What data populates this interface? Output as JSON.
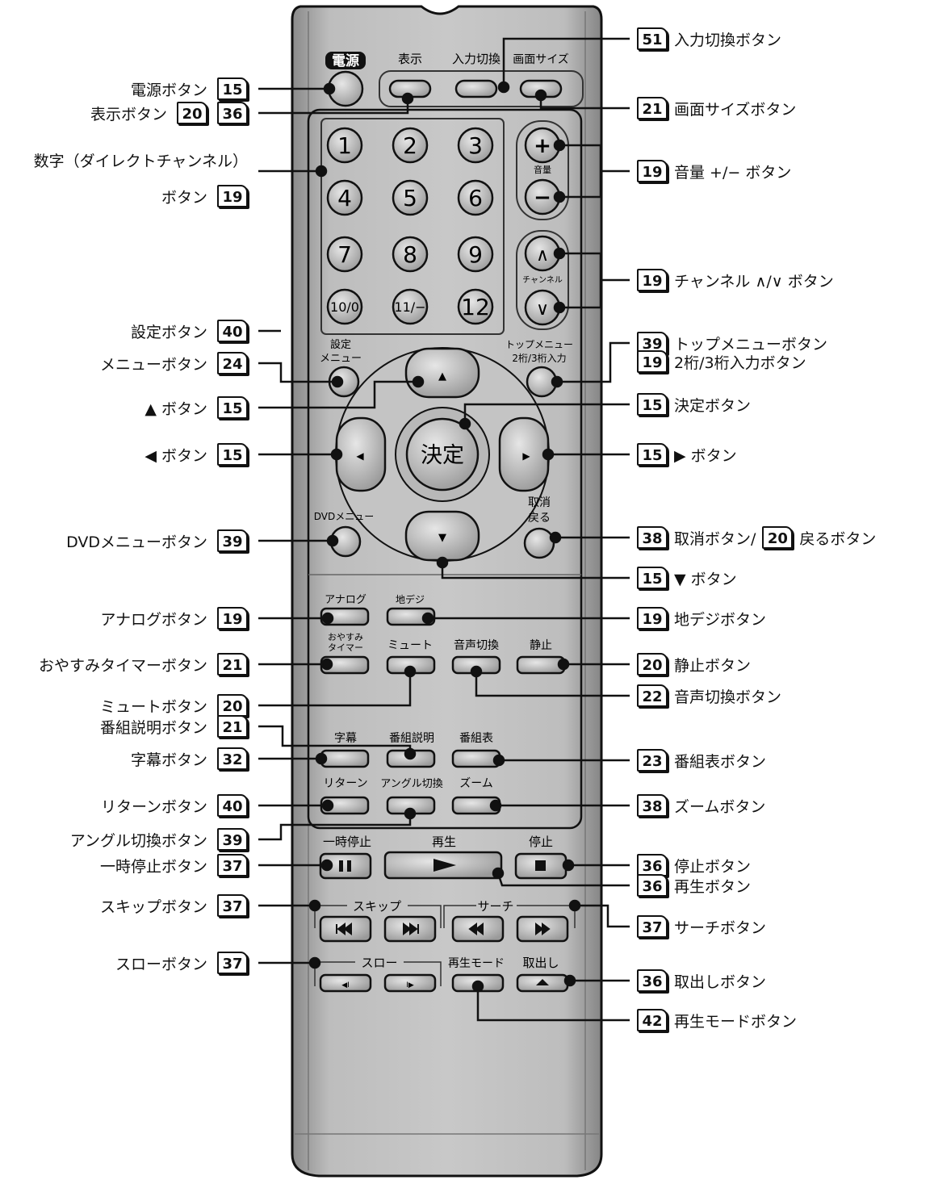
{
  "remote": {
    "labels": {
      "power": "電源",
      "display": "表示",
      "input": "入力切換",
      "screen_size": "画面サイズ",
      "volume": "音量",
      "channel": "チャンネル",
      "setup_menu_1": "設定",
      "setup_menu_2": "メニュー",
      "top_menu_1": "トップメニュー",
      "top_menu_2": "2桁/3桁入力",
      "enter": "決定",
      "dvd_menu": "DVDメニュー",
      "cancel_back_1": "取消",
      "cancel_back_2": "戻る",
      "analog": "アナログ",
      "digital": "地デジ",
      "sleep_1": "おやすみ",
      "sleep_2": "タイマー",
      "mute": "ミュート",
      "audio_switch": "音声切換",
      "still": "静止",
      "subtitle": "字幕",
      "program_info": "番組説明",
      "epg": "番組表",
      "return": "リターン",
      "angle": "アングル切換",
      "zoom": "ズーム",
      "pause": "一時停止",
      "play": "再生",
      "stop": "停止",
      "skip": "スキップ",
      "search": "サーチ",
      "slow": "スロー",
      "play_mode": "再生モード",
      "eject": "取出し"
    },
    "numbers": [
      "1",
      "2",
      "3",
      "4",
      "5",
      "6",
      "7",
      "8",
      "9",
      "10/0",
      "11/−",
      "12"
    ],
    "symbols": {
      "plus": "+",
      "minus": "−",
      "up": "∧",
      "down": "∨",
      "arrow_up": "▲",
      "arrow_down": "▼",
      "arrow_left": "◀",
      "arrow_right": "▶"
    }
  },
  "callouts_left": [
    {
      "id": "power",
      "text": "電源ボタン",
      "refs": [
        "15"
      ]
    },
    {
      "id": "display",
      "text": "表示ボタン",
      "refs": [
        "20",
        "36"
      ]
    },
    {
      "id": "numeric",
      "text": "数字（ダイレクトチャンネル）",
      "refs": []
    },
    {
      "id": "numeric2",
      "text": "ボタン",
      "refs": [
        "19"
      ]
    },
    {
      "id": "setup",
      "text": "設定ボタン",
      "refs": [
        "40"
      ]
    },
    {
      "id": "menu",
      "text": "メニューボタン",
      "refs": [
        "24"
      ]
    },
    {
      "id": "up",
      "text": "▲ ボタン",
      "refs": [
        "15"
      ]
    },
    {
      "id": "left",
      "text": "◀ ボタン",
      "refs": [
        "15"
      ]
    },
    {
      "id": "dvd-menu",
      "text": "DVDメニューボタン",
      "refs": [
        "39"
      ]
    },
    {
      "id": "analog",
      "text": "アナログボタン",
      "refs": [
        "19"
      ]
    },
    {
      "id": "sleep",
      "text": "おやすみタイマーボタン",
      "refs": [
        "21"
      ]
    },
    {
      "id": "mute",
      "text": "ミュートボタン",
      "refs": [
        "20"
      ]
    },
    {
      "id": "program-info",
      "text": "番組説明ボタン",
      "refs": [
        "21"
      ]
    },
    {
      "id": "subtitle",
      "text": "字幕ボタン",
      "refs": [
        "32"
      ]
    },
    {
      "id": "return",
      "text": "リターンボタン",
      "refs": [
        "40"
      ]
    },
    {
      "id": "angle",
      "text": "アングル切換ボタン",
      "refs": [
        "39"
      ]
    },
    {
      "id": "pause",
      "text": "一時停止ボタン",
      "refs": [
        "37"
      ]
    },
    {
      "id": "skip",
      "text": "スキップボタン",
      "refs": [
        "37"
      ]
    },
    {
      "id": "slow",
      "text": "スローボタン",
      "refs": [
        "37"
      ]
    }
  ],
  "callouts_right": [
    {
      "id": "input",
      "refs": [
        "51"
      ],
      "text": "入力切換ボタン"
    },
    {
      "id": "screen-size",
      "refs": [
        "21"
      ],
      "text": "画面サイズボタン"
    },
    {
      "id": "volume",
      "refs": [
        "19"
      ],
      "text": "音量 +/− ボタン"
    },
    {
      "id": "channel",
      "refs": [
        "19"
      ],
      "text": "チャンネル ∧/∨ ボタン"
    },
    {
      "id": "top-menu",
      "refs": [
        "39"
      ],
      "text": "トップメニューボタン"
    },
    {
      "id": "digit-input",
      "refs": [
        "19"
      ],
      "text": "2桁/3桁入力ボタン"
    },
    {
      "id": "enter",
      "refs": [
        "15"
      ],
      "text": "決定ボタン"
    },
    {
      "id": "right",
      "refs": [
        "15"
      ],
      "text": "▶ ボタン"
    },
    {
      "id": "cancel",
      "refs": [
        "38"
      ],
      "text": "取消ボタン/",
      "refs2": [
        "20"
      ],
      "text2": "戻るボタン"
    },
    {
      "id": "down",
      "refs": [
        "15"
      ],
      "text": "▼ ボタン"
    },
    {
      "id": "digital",
      "refs": [
        "19"
      ],
      "text": "地デジボタン"
    },
    {
      "id": "still",
      "refs": [
        "20"
      ],
      "text": "静止ボタン"
    },
    {
      "id": "audio",
      "refs": [
        "22"
      ],
      "text": "音声切換ボタン"
    },
    {
      "id": "epg",
      "refs": [
        "23"
      ],
      "text": "番組表ボタン"
    },
    {
      "id": "zoom",
      "refs": [
        "38"
      ],
      "text": "ズームボタン"
    },
    {
      "id": "stop",
      "refs": [
        "36"
      ],
      "text": "停止ボタン"
    },
    {
      "id": "play",
      "refs": [
        "36"
      ],
      "text": "再生ボタン"
    },
    {
      "id": "search",
      "refs": [
        "37"
      ],
      "text": "サーチボタン"
    },
    {
      "id": "eject",
      "refs": [
        "36"
      ],
      "text": "取出しボタン"
    },
    {
      "id": "play-mode",
      "refs": [
        "42"
      ],
      "text": "再生モードボタン"
    }
  ]
}
